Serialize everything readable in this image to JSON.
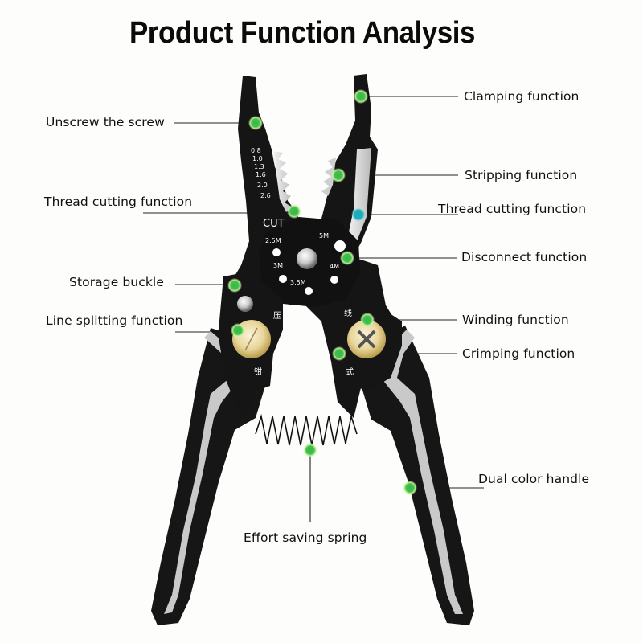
{
  "title": "Product Function Analysis",
  "colors": {
    "background": "#fdfdfb",
    "tool_body": "#151515",
    "handle_accent": "#c9c9c9",
    "marker_green": "#3cb54a",
    "marker_glow": "#b6f08a",
    "marker_cyan": "#1aa7b4",
    "pivot_brass": "#d8c07a",
    "line": "#222222"
  },
  "jaw_markings": {
    "gauge_sizes": [
      "0.8",
      "1.0",
      "1.3",
      "1.6",
      "2.0",
      "2.6"
    ],
    "cut_label": "CUT",
    "bolt_sizes": [
      "2.5M",
      "5M",
      "3M",
      "4M",
      "3.5M"
    ],
    "handle_glyphs": [
      "压",
      "线",
      "钳",
      "式"
    ]
  },
  "callouts": {
    "left": [
      {
        "id": "unscrew",
        "label": "Unscrew the screw"
      },
      {
        "id": "thread-cutting-left",
        "label": "Thread cutting function"
      },
      {
        "id": "storage-buckle",
        "label": "Storage buckle"
      },
      {
        "id": "line-splitting",
        "label": "Line splitting function"
      }
    ],
    "right": [
      {
        "id": "clamping",
        "label": "Clamping function"
      },
      {
        "id": "stripping",
        "label": "Stripping function"
      },
      {
        "id": "thread-cutting-right",
        "label": "Thread cutting function"
      },
      {
        "id": "disconnect",
        "label": "Disconnect function"
      },
      {
        "id": "winding",
        "label": "Winding function"
      },
      {
        "id": "crimping",
        "label": "Crimping function"
      },
      {
        "id": "dual-color-handle",
        "label": "Dual color handle"
      }
    ],
    "bottom": [
      {
        "id": "effort-saving-spring",
        "label": "Effort saving spring"
      }
    ]
  }
}
